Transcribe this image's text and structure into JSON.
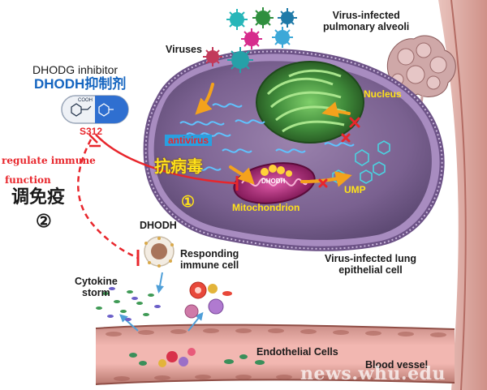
{
  "labels": {
    "viruses": "Viruses",
    "virus_infected_alveoli": "Virus-infected\npulmonary alveoli",
    "dhodg_inhibitor": "DHODG inhibitor",
    "dhodh_inhibitor_cn": "DHODH抑制剂",
    "compound_name": "S312",
    "compound_tag": "COOH",
    "regulate_immune": "regulate immune",
    "function": "function",
    "immunomodulation_cn": "调免疫",
    "marker_2": "②",
    "antivirus": "antivirus",
    "antivirus_cn": "抗病毒",
    "marker_1": "①",
    "nucleus": "Nucleus",
    "dhodh_in_mito": "DHODH",
    "ump": "UMP",
    "mitochondrion": "Mitochondrion",
    "dhodh_immune": "DHODH",
    "responding_immune_cell": "Responding\nimmune cell",
    "virus_infected_lung_cell": "Virus-infected lung\nepithelial cell",
    "cytokine_storm": "Cytokine\nstorm",
    "endothelial_cells": "Endothelial Cells",
    "blood_vessel": "Blood vessel",
    "watermark": "news.whu.edu"
  },
  "colors": {
    "inhibition": "#e8262c",
    "cell_membrane": "#8c6fa8",
    "cytoplasm": "#7d6690",
    "nucleus": "#3f8a3a",
    "mitochondrion": "#b02a7a",
    "vessel": "#e8a4a0",
    "arrow": "#f4a21c",
    "accent_text": "#ffe21a",
    "brand_blue": "#1565c0"
  }
}
